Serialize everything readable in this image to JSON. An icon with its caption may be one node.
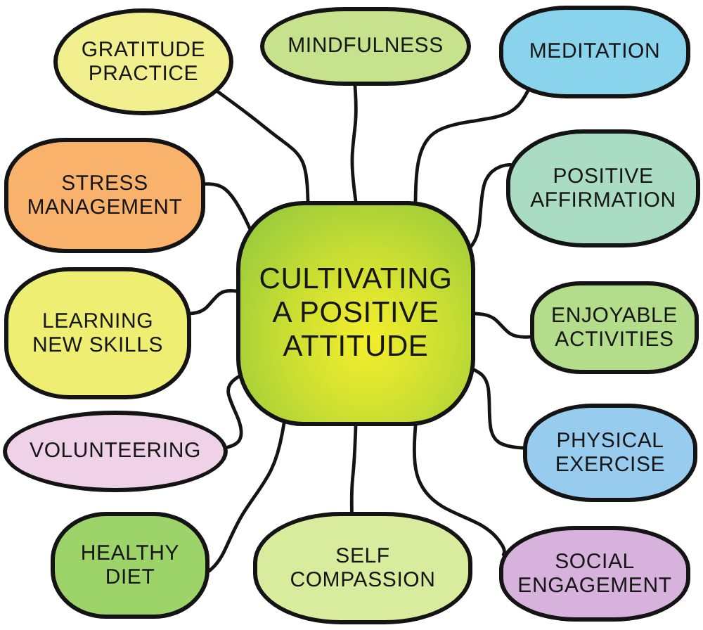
{
  "diagram": {
    "nodes": [
      {
        "text": [
          "CULTIVATING A POSITIVE ATTITUDE"
        ]
      },
      {
        "text": [
          "GRATITUDE PRACTICE"
        ]
      },
      {
        "text": [
          "MINDFULNESS"
        ]
      },
      {
        "text": [
          "MEDITATION"
        ]
      },
      {
        "text": [
          "STRESS MANAGEMENT"
        ]
      },
      {
        "text": [
          "POSITIVE AFFIRMATION"
        ]
      },
      {
        "text": [
          "LEARNING NEW SKILLS"
        ]
      },
      {
        "text": [
          "ENJOYABLE ACTIVITIES"
        ]
      },
      {
        "text": [
          "VOLUNTEERING"
        ]
      },
      {
        "text": [
          "PHYSICAL EXERCISE"
        ]
      },
      {
        "text": [
          "HEALTHY DIET"
        ]
      },
      {
        "text": [
          "SELF COMPASSION"
        ]
      },
      {
        "text": [
          "SOCIAL ENGAGEMENT"
        ]
      }
    ],
    "edges": [
      {
        "from": 0,
        "to": 1,
        "arrow": "none"
      },
      {
        "from": 0,
        "to": 2,
        "arrow": "none"
      },
      {
        "from": 0,
        "to": 3,
        "arrow": "none"
      },
      {
        "from": 0,
        "to": 4,
        "arrow": "none"
      },
      {
        "from": 0,
        "to": 5,
        "arrow": "none"
      },
      {
        "from": 0,
        "to": 6,
        "arrow": "none"
      },
      {
        "from": 0,
        "to": 7,
        "arrow": "none"
      },
      {
        "from": 0,
        "to": 8,
        "arrow": "none"
      },
      {
        "from": 0,
        "to": 9,
        "arrow": "none"
      },
      {
        "from": 0,
        "to": 10,
        "arrow": "none"
      },
      {
        "from": 0,
        "to": 11,
        "arrow": "none"
      },
      {
        "from": 0,
        "to": 12,
        "arrow": "none"
      }
    ]
  }
}
